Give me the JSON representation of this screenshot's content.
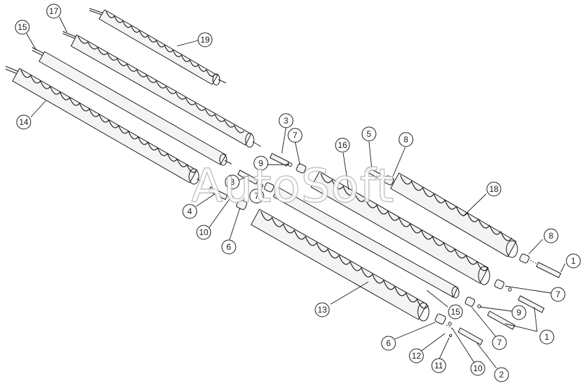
{
  "watermark": "AutoSoft",
  "callouts": [
    "17",
    "19",
    "15",
    "14",
    "3",
    "9",
    "7",
    "3",
    "7",
    "4",
    "10",
    "6",
    "16",
    "5",
    "8",
    "18",
    "8",
    "1",
    "7",
    "9",
    "1",
    "13",
    "15",
    "6",
    "12",
    "11",
    "10",
    "2",
    "7"
  ]
}
